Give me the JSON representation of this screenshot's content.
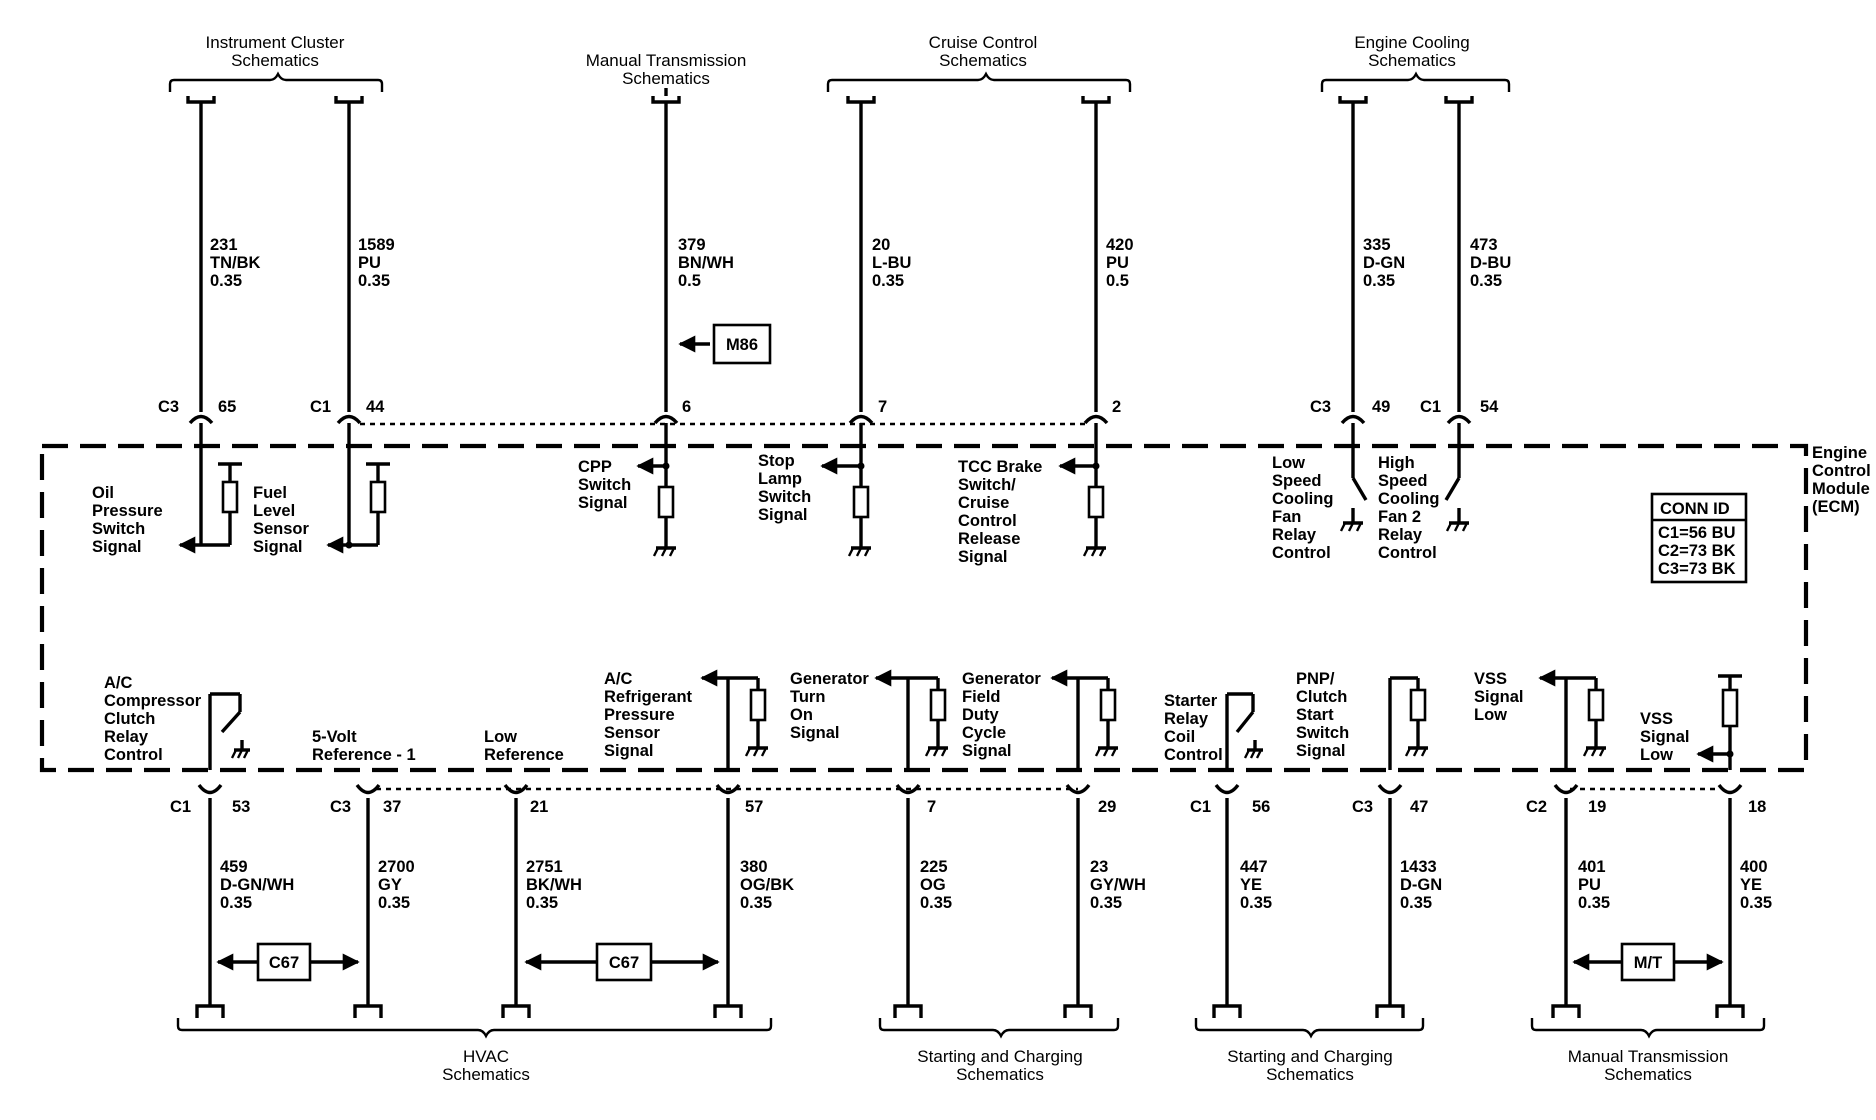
{
  "ecm": {
    "label": [
      "Engine",
      "Control",
      "Module",
      "(ECM)"
    ]
  },
  "conn_id": {
    "header": "CONN ID",
    "lines": [
      "C1=56 BU",
      "C2=73 BK",
      "C3=73 BK"
    ]
  },
  "top_destinations": [
    {
      "id": "instrument",
      "lines": [
        "Instrument Cluster",
        "Schematics"
      ]
    },
    {
      "id": "mantrans-top",
      "lines": [
        "Manual Transmission",
        "Schematics"
      ]
    },
    {
      "id": "cruise",
      "lines": [
        "Cruise Control",
        "Schematics"
      ]
    },
    {
      "id": "cooling",
      "lines": [
        "Engine Cooling",
        "Schematics"
      ]
    }
  ],
  "bottom_destinations": [
    {
      "id": "hvac",
      "lines": [
        "HVAC",
        "Schematics"
      ]
    },
    {
      "id": "starting1",
      "lines": [
        "Starting and Charging",
        "Schematics"
      ]
    },
    {
      "id": "starting2",
      "lines": [
        "Starting and Charging",
        "Schematics"
      ]
    },
    {
      "id": "mantrans-bottom",
      "lines": [
        "Manual Transmission",
        "Schematics"
      ]
    }
  ],
  "top_wires": [
    {
      "circuit": "231",
      "color": "TN/BK",
      "gauge": "0.35",
      "connector": "C3",
      "pin": "65",
      "signal": [
        "Oil",
        "Pressure",
        "Switch",
        "Signal"
      ]
    },
    {
      "circuit": "1589",
      "color": "PU",
      "gauge": "0.35",
      "connector": "C1",
      "pin": "44",
      "signal": [
        "Fuel",
        "Level",
        "Sensor",
        "Signal"
      ]
    },
    {
      "circuit": "379",
      "color": "BN/WH",
      "gauge": "0.5",
      "connector": "",
      "pin": "6",
      "signal": [
        "CPP",
        "Switch",
        "Signal"
      ]
    },
    {
      "circuit": "20",
      "color": "L-BU",
      "gauge": "0.35",
      "connector": "",
      "pin": "7",
      "signal": [
        "Stop",
        "Lamp",
        "Switch",
        "Signal"
      ]
    },
    {
      "circuit": "420",
      "color": "PU",
      "gauge": "0.5",
      "connector": "",
      "pin": "2",
      "signal": [
        "TCC Brake",
        "Switch/",
        "Cruise",
        "Control",
        "Release",
        "Signal"
      ]
    },
    {
      "circuit": "335",
      "color": "D-GN",
      "gauge": "0.35",
      "connector": "C3",
      "pin": "49",
      "signal": [
        "Low",
        "Speed",
        "Cooling",
        "Fan",
        "Relay",
        "Control"
      ]
    },
    {
      "circuit": "473",
      "color": "D-BU",
      "gauge": "0.35",
      "connector": "C1",
      "pin": "54",
      "signal": [
        "High",
        "Speed",
        "Cooling",
        "Fan 2",
        "Relay",
        "Control"
      ]
    }
  ],
  "bottom_wires": [
    {
      "circuit": "459",
      "color": "D-GN/WH",
      "gauge": "0.35",
      "connector": "C1",
      "pin": "53",
      "signal": [
        "A/C",
        "Compressor",
        "Clutch",
        "Relay",
        "Control"
      ]
    },
    {
      "circuit": "2700",
      "color": "GY",
      "gauge": "0.35",
      "connector": "C3",
      "pin": "37",
      "signal": [
        "5-Volt",
        "Reference - 1"
      ]
    },
    {
      "circuit": "2751",
      "color": "BK/WH",
      "gauge": "0.35",
      "connector": "",
      "pin": "21",
      "signal": [
        "Low",
        "Reference"
      ]
    },
    {
      "circuit": "380",
      "color": "OG/BK",
      "gauge": "0.35",
      "connector": "",
      "pin": "57",
      "signal": [
        "A/C",
        "Refrigerant",
        "Pressure",
        "Sensor",
        "Signal"
      ]
    },
    {
      "circuit": "225",
      "color": "OG",
      "gauge": "0.35",
      "connector": "",
      "pin": "7",
      "signal": [
        "Generator",
        "Turn",
        "On",
        "Signal"
      ]
    },
    {
      "circuit": "23",
      "color": "GY/WH",
      "gauge": "0.35",
      "connector": "",
      "pin": "29",
      "signal": [
        "Generator",
        "Field",
        "Duty",
        "Cycle",
        "Signal"
      ]
    },
    {
      "circuit": "447",
      "color": "YE",
      "gauge": "0.35",
      "connector": "C1",
      "pin": "56",
      "signal": [
        "Starter",
        "Relay",
        "Coil",
        "Control"
      ]
    },
    {
      "circuit": "1433",
      "color": "D-GN",
      "gauge": "0.35",
      "connector": "C3",
      "pin": "47",
      "signal": [
        "PNP/",
        "Clutch",
        "Start",
        "Switch",
        "Signal"
      ]
    },
    {
      "circuit": "401",
      "color": "PU",
      "gauge": "0.35",
      "connector": "C2",
      "pin": "19",
      "signal": [
        "VSS",
        "Signal",
        "Low"
      ]
    },
    {
      "circuit": "400",
      "color": "YE",
      "gauge": "0.35",
      "connector": "",
      "pin": "18",
      "signal": [
        "VSS",
        "Signal",
        "Low"
      ]
    }
  ],
  "option_boxes": [
    "M86",
    "C67",
    "C67",
    "M/T"
  ]
}
